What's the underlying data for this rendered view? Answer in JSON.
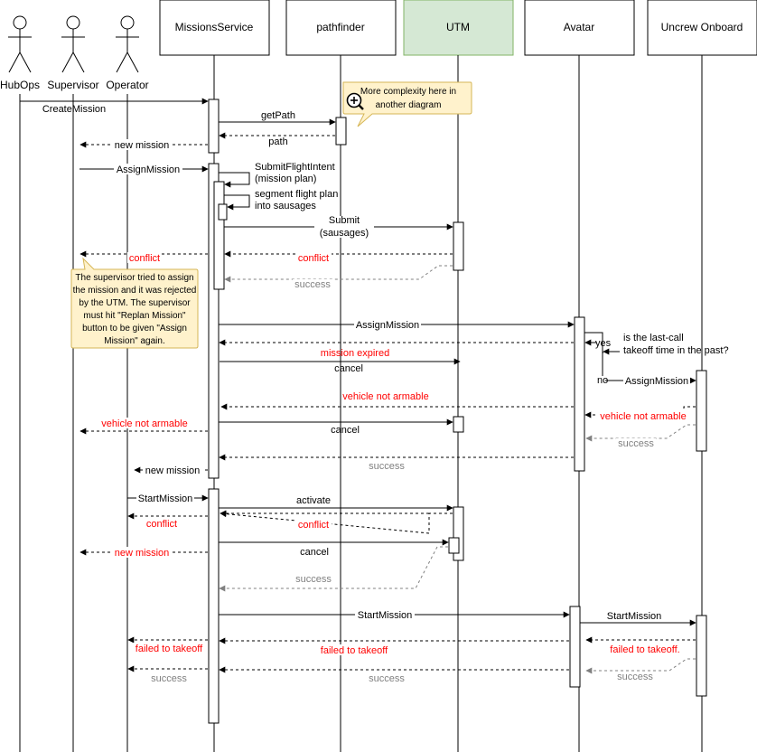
{
  "actors": {
    "hubops": "HubOps",
    "supervisor": "Supervisor",
    "operator": "Operator"
  },
  "participants": {
    "missions_service": "MissionsService",
    "pathfinder": "pathfinder",
    "utm": "UTM",
    "avatar": "Avatar",
    "uncrew_onboard": "Uncrew Onboard"
  },
  "colors": {
    "utm_fill": "#d5e8d4",
    "utm_stroke": "#82b366",
    "note_fill": "#fff2cc",
    "note_stroke": "#d6b656",
    "error_text": "#ff0000",
    "success_text": "#808080"
  },
  "messages": {
    "create_mission": "CreateMission",
    "get_path": "getPath",
    "path": "path",
    "new_mission": "new mission",
    "assign_mission": "AssignMission",
    "submit_flight_intent": [
      "SubmitFlightIntent",
      "(mission plan)"
    ],
    "segment_flight_plan": [
      "segment flight plan",
      "into sausages"
    ],
    "submit": [
      "Submit",
      "(sausages)"
    ],
    "conflict": "conflict",
    "success": "success",
    "assign_mission_avatar": "AssignMission",
    "yes": "yes",
    "no": "no",
    "last_call_question": [
      "is the last-call",
      "takeoff time in the past?"
    ],
    "assign_mission_onboard": "AssignMission",
    "mission_expired": "mission expired",
    "cancel": "cancel",
    "vehicle_not_armable": "vehicle not armable",
    "start_mission": "StartMission",
    "activate": "activate",
    "failed_to_takeoff": "failed to takeoff",
    "failed_to_takeoff_dot": "failed to takeoff."
  },
  "notes": {
    "complexity": [
      "More complexity here in",
      "another diagram"
    ],
    "supervisor": [
      "The supervisor tried to assign",
      "the mission and it was rejected",
      "by the UTM. The supervisor",
      "must hit \"Replan Mission\"",
      "button to be given \"Assign",
      "Mission\" again."
    ]
  },
  "icons": {
    "zoom": "zoom-in-icon"
  }
}
